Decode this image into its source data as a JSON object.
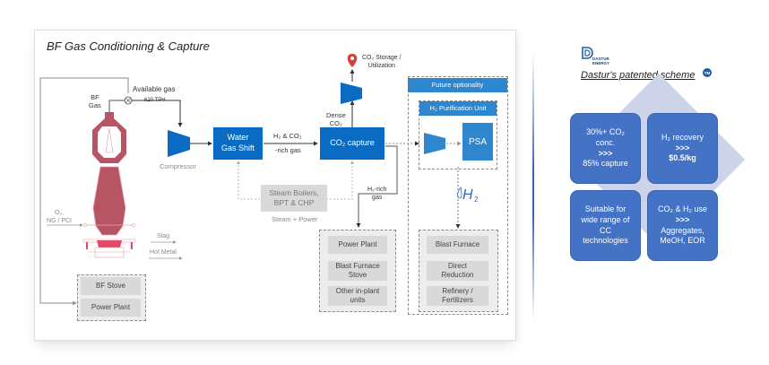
{
  "slide": {
    "title": "BF Gas Conditioning & Capture"
  },
  "flow": {
    "bf_gas": "BF\nGas",
    "available_gas": "Available gas",
    "available_rate": "620 TPH",
    "compressor": "Compressor",
    "water_gas_shift": "Water\nGas Shift",
    "h2_co2_top": "H₂ & CO₂",
    "h2_co2_bottom": "-rich gas",
    "co2_capture": "CO₂ capture",
    "dense_co2": "Dense\nCO₂",
    "co2_storage": "CO₂ Storage /\nUtilization",
    "steam_boilers": "Steam Boilers,\nBPT & CHP",
    "steam_power": "Steam + Power",
    "h2_rich_gas": "H₂-rich\ngas",
    "o2_input": "O₂,\nNG / PCI",
    "slag": "Slag",
    "hot_metal": "Hot Metal",
    "future_optionality": "Future optionality",
    "h2_purification": "H₂ Purification Unit",
    "psa": "PSA",
    "h2_symbol": "H₂",
    "bf_group": [
      "BF Stove",
      "Power Plant"
    ],
    "h2_gas_users": [
      "Power Plant",
      "Blast Furnace\nStove",
      "Other in-plant\nunits"
    ],
    "h2_users": [
      "Blast Furnace",
      "Direct\nReduction",
      "Refinery /\nFertilizers"
    ]
  },
  "brand": {
    "logo_line1": "DASTUR",
    "logo_line2": "ENERGY",
    "scheme_title": "Dastur's patented scheme",
    "tm": "TM"
  },
  "quadrants": [
    {
      "lines": [
        "30%+ CO₂",
        "conc.",
        ">>>",
        "85% capture"
      ]
    },
    {
      "lines": [
        "H₂ recovery",
        ">>>",
        "$0.5/kg"
      ]
    },
    {
      "lines": [
        "Suitable for",
        "wide range of",
        "CC",
        "technologies"
      ]
    },
    {
      "lines": [
        "CO₂ & H₂ use",
        ">>>",
        "Aggregates,",
        "MeOH, EOR"
      ]
    }
  ],
  "colors": {
    "process_blue": "#0a6bc2",
    "option_blue": "#2e86cf",
    "quad_blue": "#4472c4",
    "furnace_red": "#b85565",
    "pin_red": "#d9413f"
  }
}
